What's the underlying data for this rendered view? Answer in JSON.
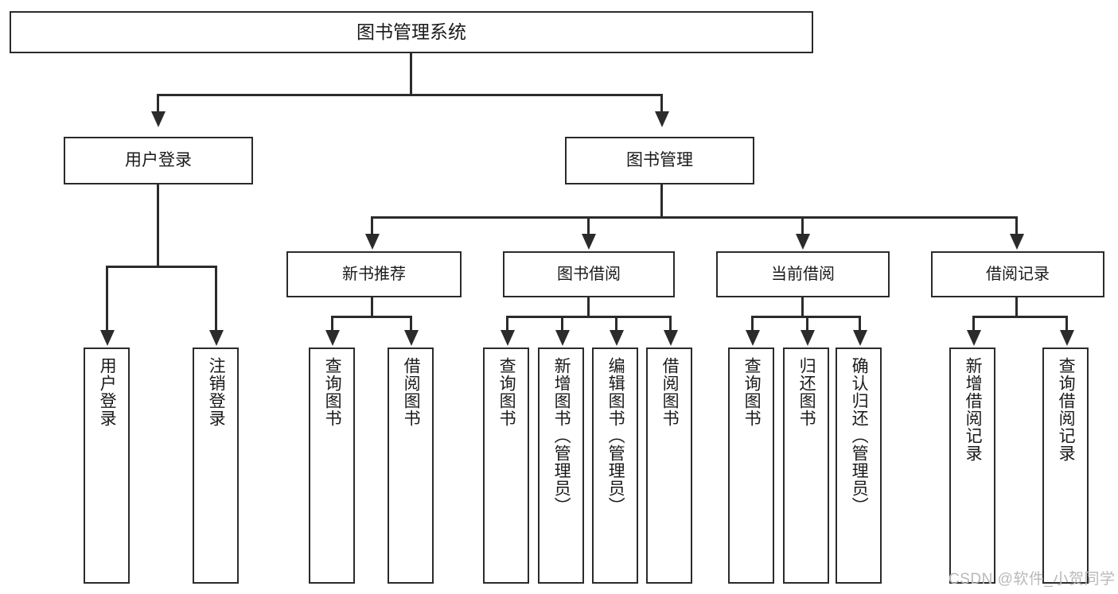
{
  "diagram": {
    "title": "图书管理系统",
    "type": "tree-hierarchy-diagram",
    "colors": {
      "line": "#2b2b2b",
      "box_border": "#2b2b2b",
      "box_fill": "#ffffff",
      "text": "#1a1a1a",
      "watermark": "#b9b9b9"
    },
    "root": {
      "label": "图书管理系统"
    },
    "level1": [
      {
        "label": "用户登录"
      },
      {
        "label": "图书管理"
      }
    ],
    "level2": [
      {
        "label": "新书推荐"
      },
      {
        "label": "图书借阅"
      },
      {
        "label": "当前借阅"
      },
      {
        "label": "借阅记录"
      }
    ],
    "leaves": {
      "user_login": [
        {
          "label": "用户登录"
        },
        {
          "label": "注销登录"
        }
      ],
      "new_book_recommend": [
        {
          "label": "查询图书"
        },
        {
          "label": "借阅图书"
        }
      ],
      "book_borrow": [
        {
          "label": "查询图书"
        },
        {
          "label": "新增图书（管理员）"
        },
        {
          "label": "编辑图书（管理员）"
        },
        {
          "label": "借阅图书"
        }
      ],
      "current_borrow": [
        {
          "label": "查询图书"
        },
        {
          "label": "归还图书"
        },
        {
          "label": "确认归还（管理员）"
        }
      ],
      "borrow_record": [
        {
          "label": "新增借阅记录"
        },
        {
          "label": "查询借阅记录"
        }
      ]
    }
  },
  "watermark": {
    "text": "CSDN @软件_小贺同学"
  }
}
